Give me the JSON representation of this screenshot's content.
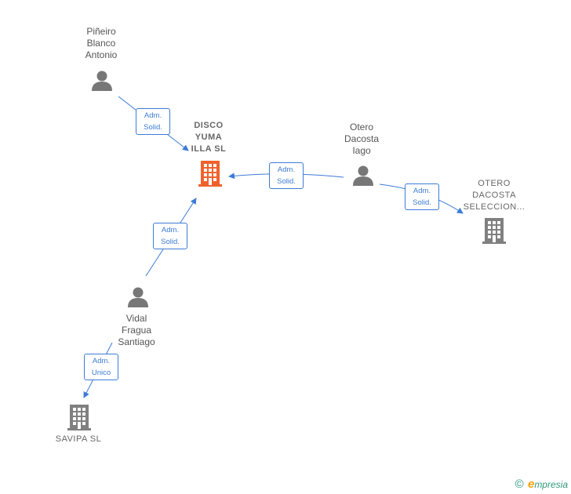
{
  "persons": {
    "pineiro": {
      "name": "Piñeiro\nBlanco\nAntonio"
    },
    "otero": {
      "name": "Otero\nDacosta\nIago"
    },
    "vidal": {
      "name": "Vidal\nFragua\nSantiago"
    }
  },
  "companies": {
    "disco": {
      "name": "DISCO\nYUMA\nILLA  SL"
    },
    "otero_dacosta": {
      "name": "OTERO\nDACOSTA\nSELECCION..."
    },
    "savipa": {
      "name": "SAVIPA SL"
    }
  },
  "relations": {
    "r1": {
      "line1": "Adm.",
      "line2": "Solid."
    },
    "r2": {
      "line1": "Adm.",
      "line2": "Solid."
    },
    "r3": {
      "line1": "Adm.",
      "line2": "Solid."
    },
    "r4": {
      "line1": "Adm.",
      "line2": "Solid."
    },
    "r5": {
      "line1": "Adm.",
      "line2": "Unico"
    }
  },
  "colors": {
    "edge": "#3d7bd6",
    "person_icon": "#777777",
    "company_focus": "#f0622d",
    "company": "#808080"
  },
  "footer": {
    "copyright": "©",
    "brand_initial": "e",
    "brand_rest": "mpresia"
  }
}
